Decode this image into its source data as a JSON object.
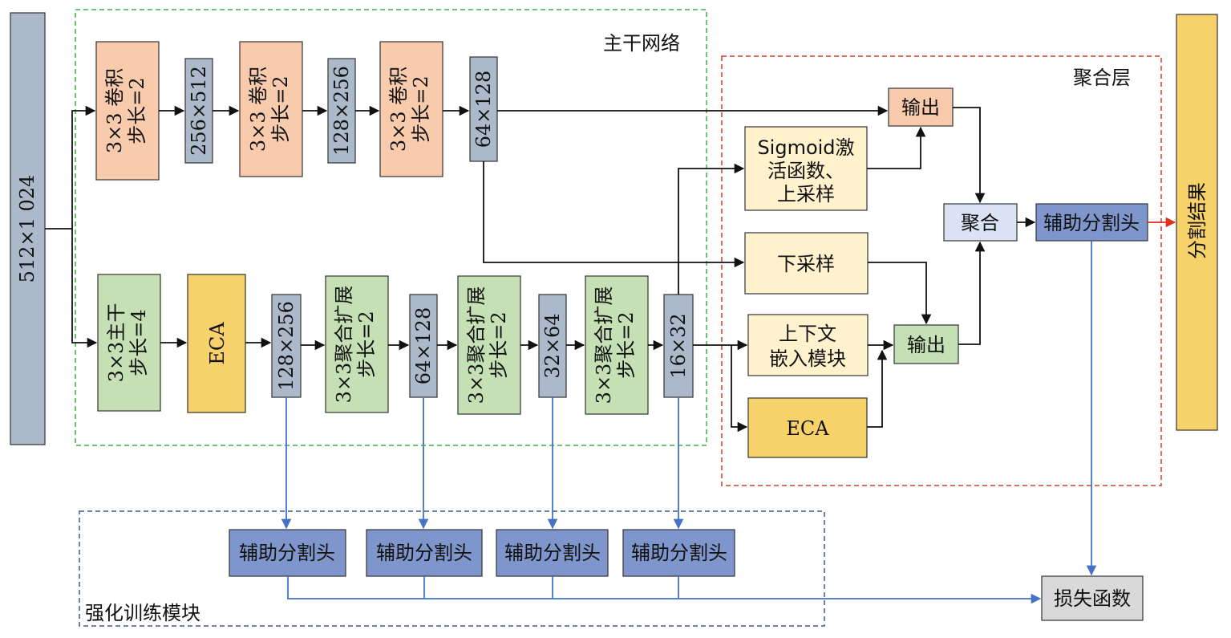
{
  "regions": {
    "backbone": "主干网络",
    "aggregation": "聚合层",
    "enhanced_training": "强化训练模块"
  },
  "input": {
    "label": "512×1 024"
  },
  "output": {
    "label": "分割结果"
  },
  "top_branch": {
    "conv1": [
      "3×3 卷积",
      "步长=2"
    ],
    "feat1": "256×512",
    "conv2": [
      "3×3 卷积",
      "步长=2"
    ],
    "feat2": "128×256",
    "conv3": [
      "3×3 卷积",
      "步长=2"
    ],
    "feat3": "64×128"
  },
  "bottom_branch": {
    "stem": [
      "3×3主干",
      "步长=4"
    ],
    "eca": "ECA",
    "feat1": "128×256",
    "agg1": [
      "3×3聚合扩展",
      "步长=2"
    ],
    "feat2": "64×128",
    "agg2": [
      "3×3聚合扩展",
      "步长=2"
    ],
    "feat3": "32×64",
    "agg3": [
      "3×3聚合扩展",
      "步长=2"
    ],
    "feat4": "16×32"
  },
  "aggregation_layer": {
    "sigmoid": [
      "Sigmoid激",
      "活函数、",
      "上采样"
    ],
    "output_top": "输出",
    "downsample": "下采样",
    "context": [
      "上下文",
      "嵌入模块"
    ],
    "eca": "ECA",
    "output_bottom": "输出",
    "aggregate": "聚合",
    "seg_head": "辅助分割头"
  },
  "aux_heads": [
    "辅助分割头",
    "辅助分割头",
    "辅助分割头",
    "辅助分割头"
  ],
  "loss": "损失函数",
  "colors": {
    "feature_map": "#acb9ca",
    "conv": "#f8cbad",
    "stem": "#c5e0b4",
    "eca": "#f7d16a",
    "sigmoid": "#fff2cc",
    "aggregate": "#dae3f3",
    "seg_head": "#7f96cc",
    "loss": "#d9d9d9",
    "backbone_border": "#3bb14a",
    "aggregation_border": "#c5422b",
    "training_border": "#3b5a99",
    "blue_arrow": "#4472c4",
    "red_arrow": "#e0301e"
  }
}
